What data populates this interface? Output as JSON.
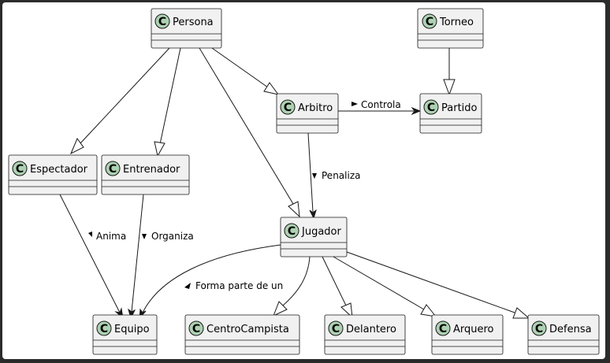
{
  "classes": {
    "persona": "Persona",
    "torneo": "Torneo",
    "arbitro": "Arbitro",
    "partido": "Partido",
    "espectador": "Espectador",
    "entrenador": "Entrenador",
    "jugador": "Jugador",
    "equipo": "Equipo",
    "centrocampista": "CentroCampista",
    "delantero": "Delantero",
    "arquero": "Arquero",
    "defensa": "Defensa"
  },
  "class_icon_letter": "C",
  "relations": {
    "controla": "Controla",
    "penaliza": "Penaliza",
    "anima": "Anima",
    "organiza": "Organiza",
    "forma_parte": "Forma parte de un"
  },
  "colors": {
    "class_fill": "#f1f1f1",
    "icon_fill": "#add1b2",
    "border": "#181818",
    "background": "#ffffff"
  }
}
